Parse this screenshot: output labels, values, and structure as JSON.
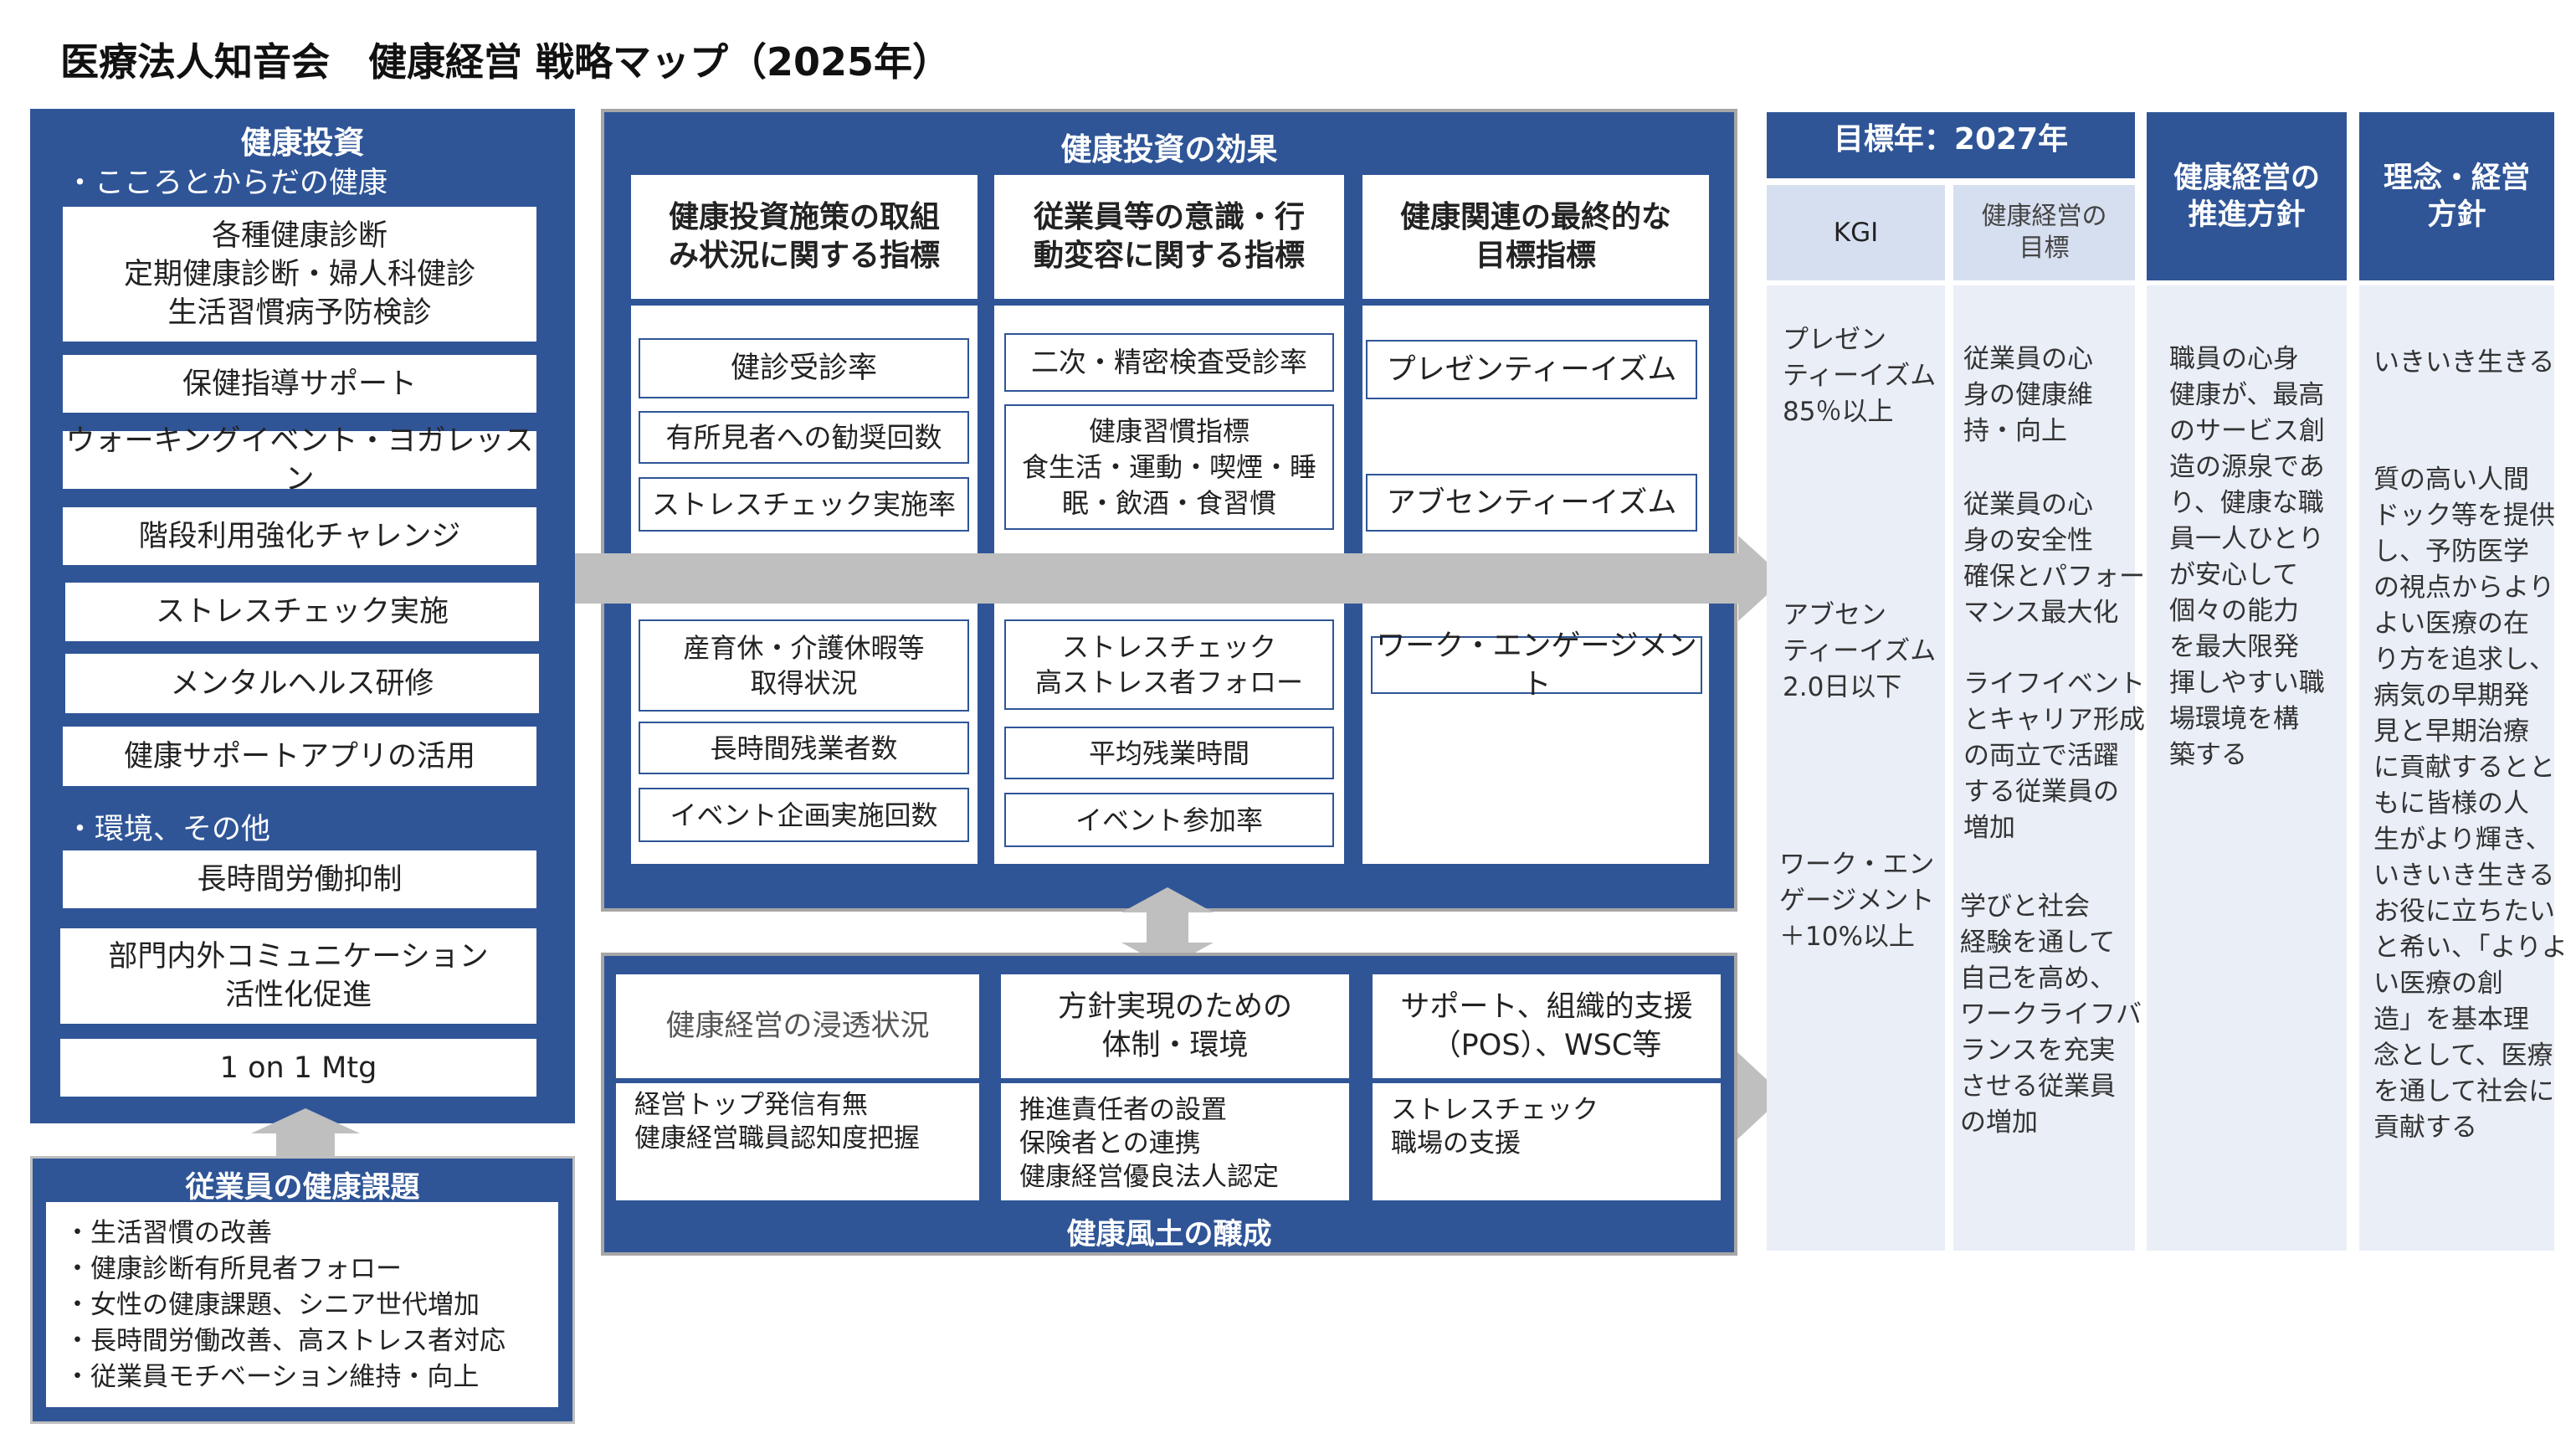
{
  "title": "医療法人知音会　健康経営 戦略マップ（2025年）",
  "investment": {
    "header": "健康投資",
    "section1": "・こころとからだの健康",
    "items1": [
      "各種健康診断\n定期健康診断・婦人科健診\n生活習慣病予防検診",
      "保健指導サポート",
      "ウォーキングイベント・ヨガレッスン",
      "階段利用強化チャレンジ",
      "ストレスチェック実施",
      "メンタルヘルス研修",
      "健康サポートアプリの活用"
    ],
    "section2": "・環境、その他",
    "items2": [
      "長時間労働抑制",
      "部門内外コミュニケーション\n活性化促進",
      "1 on 1 Mtg"
    ]
  },
  "issues": {
    "header": "従業員の健康課題",
    "items": "・生活習慣の改善\n・健康診断有所見者フォロー\n・女性の健康課題、シニア世代増加\n・長時間労働改善、高ストレス者対応\n・従業員モチベーション維持・向上"
  },
  "effects": {
    "header": "健康投資の効果",
    "columns": [
      {
        "title": "健康投資施策の取組\nみ状況に関する指標",
        "upper": [
          "健診受診率",
          "有所見者への勧奨回数",
          "ストレスチェック実施率"
        ],
        "lower": [
          "産育休・介護休暇等\n取得状況",
          "長時間残業者数",
          "イベント企画実施回数"
        ]
      },
      {
        "title": "従業員等の意識・行\n動変容に関する指標",
        "upper": [
          "二次・精密検査受診率",
          "健康習慣指標\n食生活・運動・喫煙・睡\n眠・飲酒・食習慣"
        ],
        "lower": [
          "ストレスチェック\n高ストレス者フォロー",
          "平均残業時間",
          "イベント参加率"
        ]
      },
      {
        "title": "健康関連の最終的な\n目標指標",
        "upper": [
          "プレゼンティーイズム",
          "アブセンティーイズム"
        ],
        "lower": [
          "ワーク・エンゲージメント"
        ]
      }
    ]
  },
  "culture": {
    "footer": "健康風土の醸成",
    "boxes": [
      {
        "title": "健康経営の浸透状況",
        "body": "経営トップ発信有無\n健康経営職員認知度把握"
      },
      {
        "title": "方針実現のための\n体制・環境",
        "body": "推進責任者の設置\n保険者との連携\n健康経営優良法人認定"
      },
      {
        "title": "サポート、組織的支援\n（POS）、WSC等",
        "body": "ストレスチェック\n職場の支援"
      }
    ]
  },
  "goals": {
    "header": "目標年：2027年",
    "kgi_header": "KGI",
    "target_header": "健康経営の\n目標",
    "kgi": [
      "プレゼン\nティーイズム\n85％以上",
      "アブセン\nティーイズム\n2.0日以下",
      "ワーク・エン\nゲージメント\n＋10%以上"
    ],
    "targets": [
      "従業員の心\n身の健康維\n持・向上",
      "従業員の心\n身の安全性\n確保とパフォー\nマンス最大化",
      "ライフイベント\nとキャリア形成\nの両立で活躍\nする従業員の\n増加",
      "学びと社会\n経験を通して\n自己を高め、\nワークライフバ\nランスを充実\nさせる従業員\nの増加"
    ]
  },
  "policy": {
    "header": "健康経営の\n推進方針",
    "body": "職員の心身\n健康が、最高\nのサービス創\n造の源泉であ\nり、健康な職\n員一人ひとり\nが安心して\n個々の能力\nを最大限発\n揮しやすい職\n場環境を構\n築する"
  },
  "philosophy": {
    "header": "理念・経営\n方針",
    "body1": "いきいき生きる",
    "body2": "質の高い人間\nドック等を提供\nし、予防医学\nの視点からより\nよい医療の在\nり方を追求し、\n病気の早期発\n見と早期治療\nに貢献するとと\nもに皆様の人\n生がより輝き、\nいきいき生きる\nお役に立ちたい\nと希い、「よりよ\nい医療の創\n造」を基本理\n念として、医療\nを通して社会に\n貢献する"
  },
  "colors": {
    "primary": "#2f5597",
    "light": "#e9eef7",
    "subheader": "#d6dff0",
    "arrow": "#bfbfbf"
  }
}
